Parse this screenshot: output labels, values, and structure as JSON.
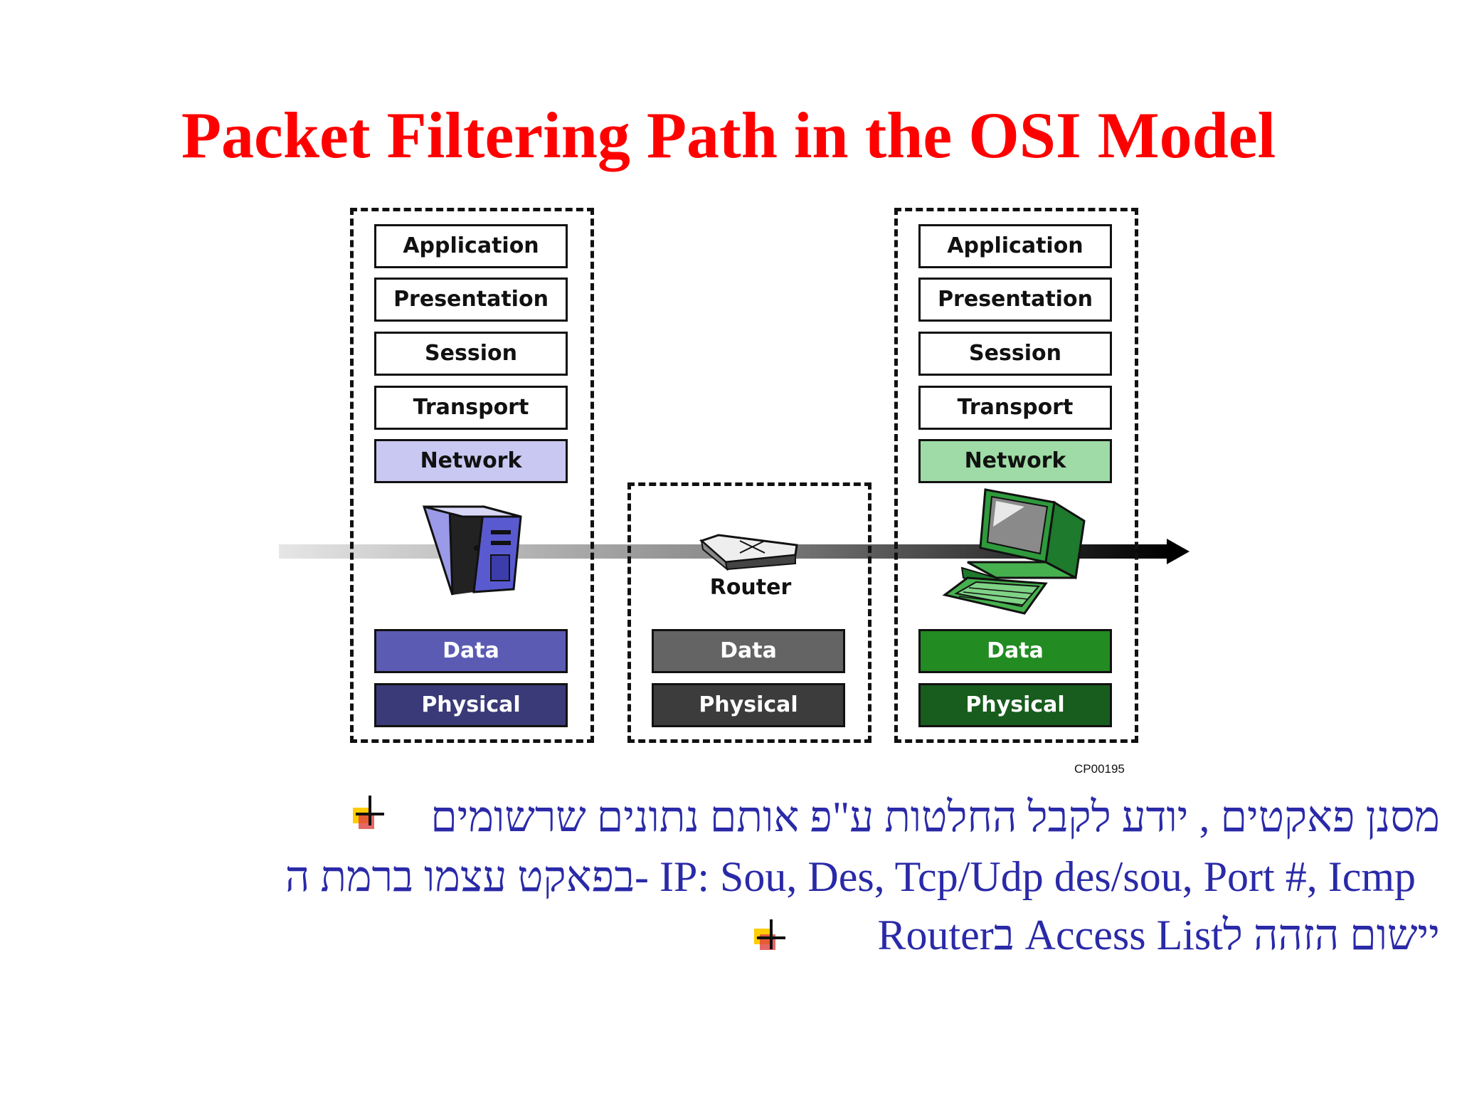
{
  "title": "Packet Filtering Path in the OSI Model",
  "left_stack": {
    "layers": [
      "Application",
      "Presentation",
      "Session",
      "Transport",
      "Network"
    ],
    "bottom": [
      "Data",
      "Physical"
    ],
    "icon": "server-tower-icon"
  },
  "middle_stack": {
    "label": "Router",
    "bottom": [
      "Data",
      "Physical"
    ],
    "icon": "router-icon"
  },
  "right_stack": {
    "layers": [
      "Application",
      "Presentation",
      "Session",
      "Transport",
      "Network"
    ],
    "bottom": [
      "Data",
      "Physical"
    ],
    "icon": "desktop-computer-icon"
  },
  "figure_code": "CP00195",
  "bullets": {
    "line1": "מסנן פאקטים , יודע לקבל החלטות ע\"פ אותם נתונים שרשומים",
    "line2": "בפאקט עצמו ברמת ה- IP: Sou, Des, Tcp/Udp des/sou, Port #, Icmp",
    "line3": "יישום הזהה לAccess List  בRouter"
  },
  "colors": {
    "title": "#ff0000",
    "text": "#2a2aa8",
    "left_network": "#c8c8f2",
    "left_data": "#5b5bb4",
    "left_physical": "#3a3a78",
    "mid_data": "#646464",
    "mid_physical": "#3c3c3c",
    "right_network": "#9fdba6",
    "right_data": "#228b22",
    "right_physical": "#185c1e"
  }
}
